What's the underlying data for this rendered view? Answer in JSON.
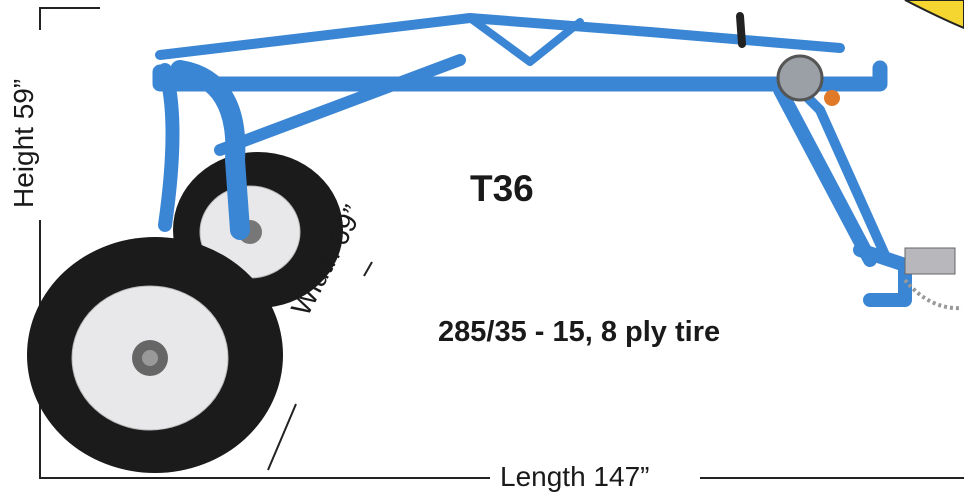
{
  "product": {
    "model": "T36",
    "tire_spec": "285/35 - 15, 8 ply tire",
    "frame_color": "#3a86d4",
    "tire_color": "#1b1b1b",
    "rim_color": "#e8e8ea"
  },
  "dimensions": {
    "height": "Height 59”",
    "width": "Width 69”",
    "length": "Length 147”"
  }
}
